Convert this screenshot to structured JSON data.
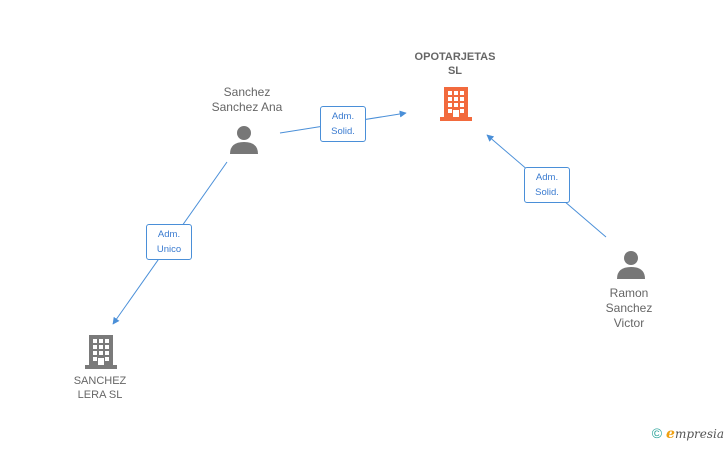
{
  "nodes": {
    "opotarjetas": {
      "line1": "OPOTARJETAS",
      "line2": "SL",
      "color": "#f26a3d"
    },
    "sanchez_ana": {
      "line1": "Sanchez",
      "line2": "Sanchez Ana"
    },
    "sanchez_lera": {
      "line1": "SANCHEZ",
      "line2": "LERA SL"
    },
    "ramon": {
      "line1": "Ramon",
      "line2": "Sanchez",
      "line3": "Victor"
    }
  },
  "edges": {
    "ana_to_opotarjetas": {
      "line1": "Adm.",
      "line2": "Solid."
    },
    "ramon_to_opotarjetas": {
      "line1": "Adm.",
      "line2": "Solid."
    },
    "ana_to_lera": {
      "line1": "Adm.",
      "line2": "Unico"
    }
  },
  "colors": {
    "edge": "#4a8fd8",
    "person": "#777777",
    "company_gray": "#7a7a7a"
  },
  "footer": {
    "copyright_symbol": "©",
    "brand_e": "e",
    "brand_rest": "mpresia"
  }
}
